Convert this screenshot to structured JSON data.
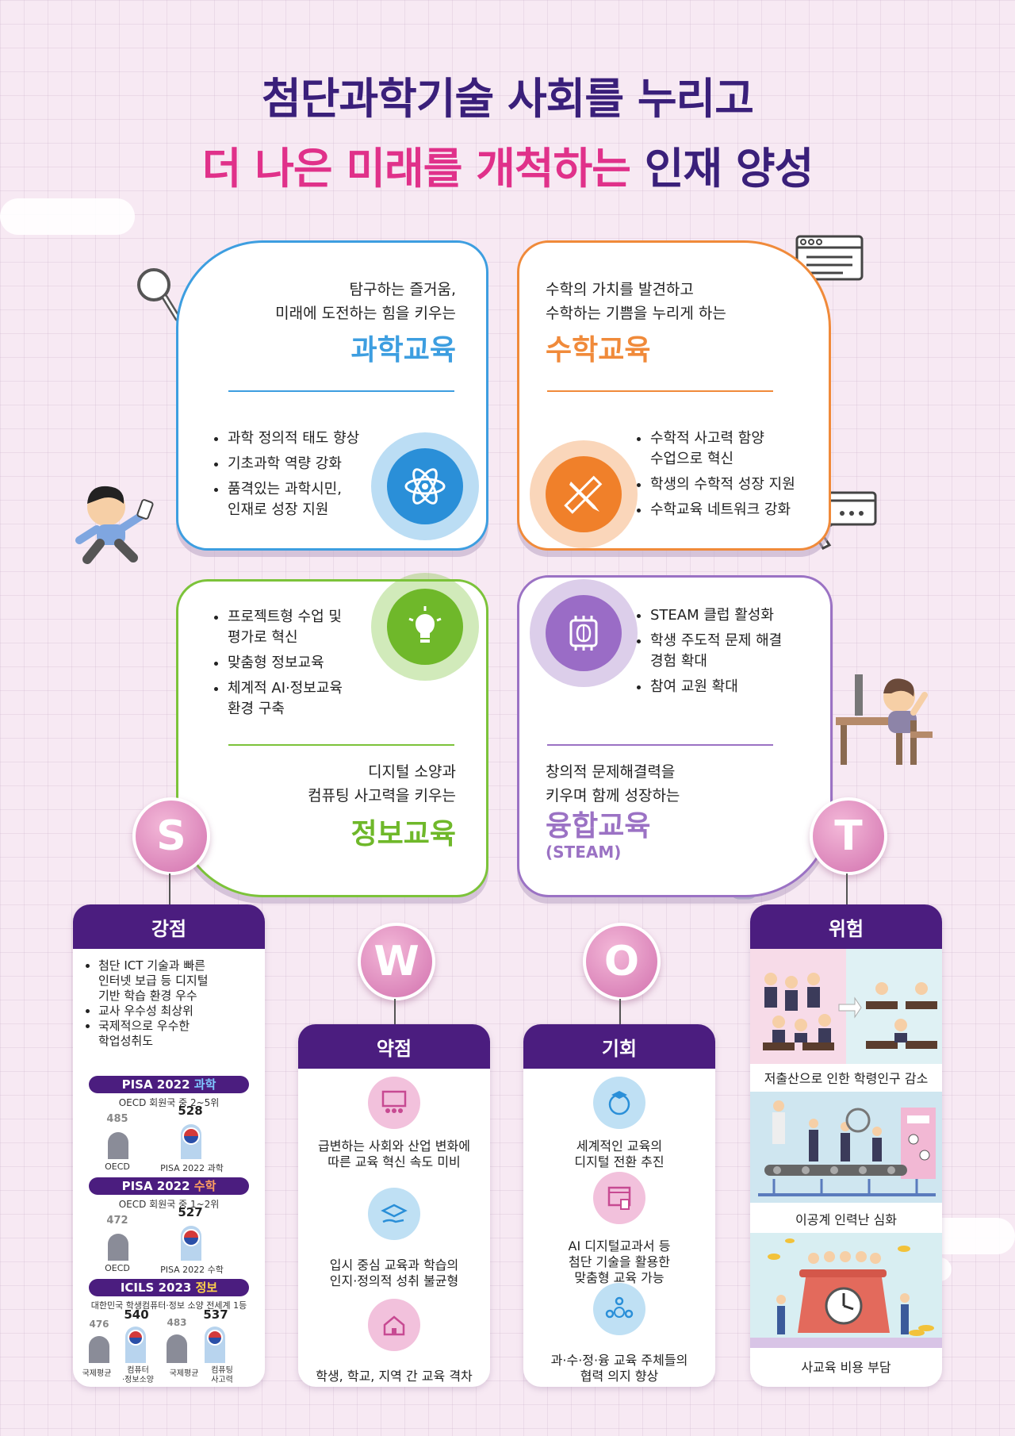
{
  "title": {
    "line1": "첨단과학기술 사회를 누리고",
    "line2_pink": "더 나은 미래를 개척하는",
    "line2_purple": "인재 양성"
  },
  "colors": {
    "science": "#3d9ee0",
    "math": "#f08a3a",
    "info": "#7cc33a",
    "steam": "#9b72c4",
    "navy": "#4b1d7f",
    "pink": "#e0318a"
  },
  "science": {
    "sub1": "탐구하는 즐거움,",
    "sub2": "미래에 도전하는 힘을 키우는",
    "name": "과학교육",
    "bullets": [
      "과학 정의적 태도 향상",
      "기초과학 역량 강화",
      "품격있는 과학시민,",
      "인재로 성장 지원"
    ],
    "icon": "atom-icon"
  },
  "math": {
    "sub1": "수학의 가치를 발견하고",
    "sub2": "수학하는 기쁨을 누리게 하는",
    "name": "수학교육",
    "bullets": [
      "수학적 사고력 함양",
      "수업으로 혁신",
      "학생의 수학적 성장 지원",
      "수학교육 네트워크 강화"
    ],
    "icon": "pencil-ruler-icon"
  },
  "info": {
    "bullets": [
      "프로젝트형 수업 및",
      "평가로 혁신",
      "맞춤형 정보교육",
      "체계적 AI·정보교육",
      "환경 구축"
    ],
    "sub1": "디지털 소양과",
    "sub2": "컴퓨팅 사고력을 키우는",
    "name": "정보교육",
    "icon": "lightbulb-gear-icon"
  },
  "steam": {
    "bullets": [
      "STEAM 클럽 활성화",
      "학생 주도적 문제 해결",
      "경험 확대",
      "참여 교원 확대"
    ],
    "sub1": "창의적 문제해결력을",
    "sub2": "키우며 함께 성장하는",
    "name": "융합교육",
    "name2": "(STEAM)",
    "icon": "brain-chip-icon"
  },
  "swot": {
    "S": {
      "letter": "S",
      "header": "강점",
      "bullets": [
        "첨단 ICT 기술과 빠른",
        "인터넷 보급 등 디지털",
        "기반 학습 환경 우수",
        "교사 우수성 최상위",
        "국제적으로 우수한",
        "학업성취도"
      ],
      "pisa_sci": {
        "label": "PISA 2022",
        "hl": "과학",
        "rank": "OECD 회원국 중 2~5위",
        "v1": 485,
        "v2": 528,
        "l1": "OECD",
        "l2": "PISA 2022 과학"
      },
      "pisa_math": {
        "label": "PISA 2022",
        "hl": "수학",
        "rank": "OECD 회원국 중 1~2위",
        "v1": 472,
        "v2": 527,
        "l1": "OECD",
        "l2": "PISA 2022 수학"
      },
      "icils": {
        "label": "ICILS 2023",
        "hl": "정보",
        "rank": "대한민국 학생컴퓨터·정보 소양 전세계 1등",
        "v1": 476,
        "v2": 540,
        "v3": 483,
        "v4": 537,
        "l1": "국제평균",
        "l2a": "컴퓨터",
        "l2b": "·정보소양",
        "l3": "국제평균",
        "l4a": "컴퓨팅",
        "l4b": "사고력"
      }
    },
    "W": {
      "letter": "W",
      "header": "약점",
      "items": [
        {
          "icon": "presentation-icon",
          "lines": [
            "급변하는 사회와 산업 변화에",
            "따른 교육 혁신 속도 미비"
          ]
        },
        {
          "icon": "graduation-hand-icon",
          "lines": [
            "입시 중심 교육과 학습의",
            "인지·정의적 성취 불균형"
          ]
        },
        {
          "icon": "school-building-icon",
          "lines": [
            "학생, 학교, 지역 간 교육 격차"
          ]
        }
      ]
    },
    "O": {
      "letter": "O",
      "header": "기회",
      "items": [
        {
          "icon": "globe-graduation-icon",
          "lines": [
            "세계적인 교육의",
            "디지털 전환 추진"
          ]
        },
        {
          "icon": "digital-textbook-icon",
          "lines": [
            "AI 디지털교과서 등",
            "첨단 기술을 활용한",
            "맞춤형 교육 가능"
          ]
        },
        {
          "icon": "people-network-icon",
          "lines": [
            "과·수·정·융 교육 주체들의",
            "협력 의지 향상"
          ]
        }
      ]
    },
    "T": {
      "letter": "T",
      "header": "위험",
      "captions": [
        "저출산으로 인한 학령인구 감소",
        "이공계 인력난 심화",
        "사교육 비용 부담"
      ]
    }
  }
}
